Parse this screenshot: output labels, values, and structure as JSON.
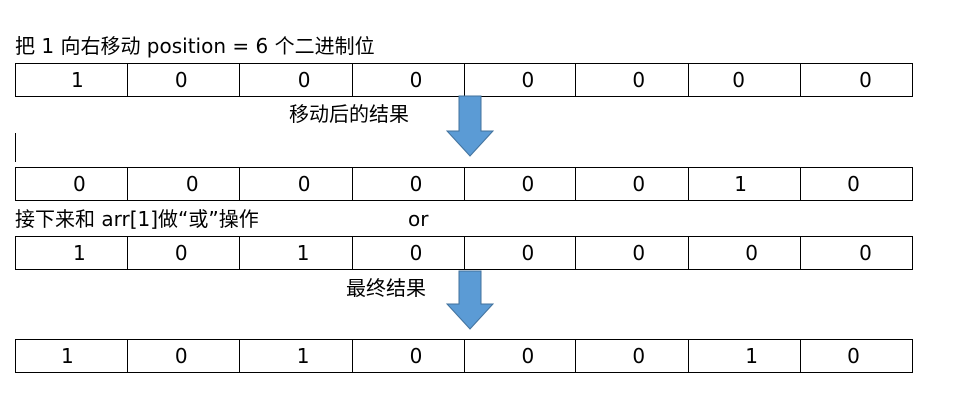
{
  "labels": {
    "step1": "把 1 向右移动 position = 6 个二进制位",
    "after_move": "移动后的结果",
    "step2": "接下来和 arr[1]做“或”操作",
    "op": "or",
    "final": "最终结果"
  },
  "colors": {
    "arrow": "#5b9bd5",
    "arrow_stroke": "#41719c",
    "grid": "#000000"
  },
  "rows": {
    "original": [
      "1",
      "0",
      "0",
      "0",
      "0",
      "0",
      "0",
      "0"
    ],
    "shifted": [
      "0",
      "0",
      "0",
      "0",
      "0",
      "0",
      "1",
      "0"
    ],
    "arr1": [
      "1",
      "0",
      "1",
      "0",
      "0",
      "0",
      "0",
      "0"
    ],
    "result": [
      "1",
      "0",
      "1",
      "0",
      "0",
      "0",
      "1",
      "0"
    ]
  }
}
